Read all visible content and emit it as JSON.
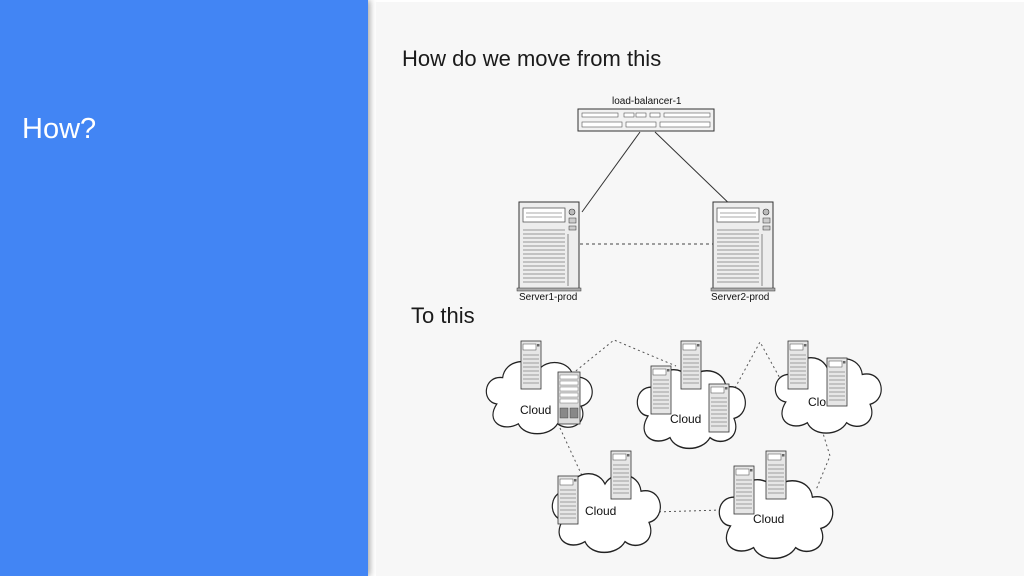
{
  "slide": {
    "title": "How?",
    "caption_top": "How do we move from this",
    "caption_bottom": "To this"
  },
  "diagram_top": {
    "load_balancer_label": "load-balancer-1",
    "server1_label": "Server1-prod",
    "server2_label": "Server2-prod"
  },
  "diagram_bottom": {
    "cloud_labels": [
      "Cloud",
      "Cloud",
      "Clo",
      "Cloud",
      "Cloud"
    ]
  },
  "colors": {
    "panel_blue": "#4285f4",
    "background": "#f7f7f7"
  }
}
